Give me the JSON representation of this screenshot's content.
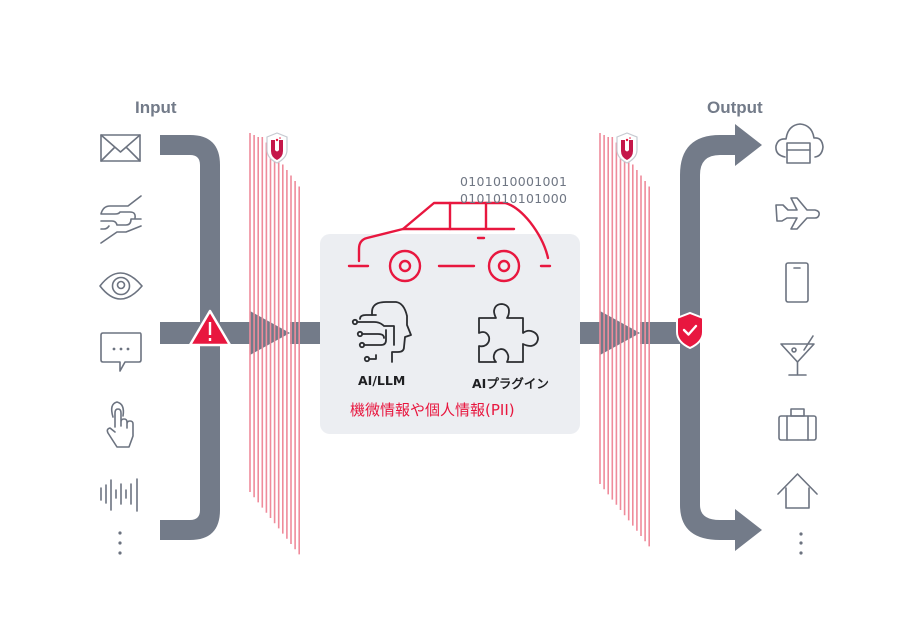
{
  "labels": {
    "input": "Input",
    "output": "Output"
  },
  "center_panel": {
    "binary_line_1": "0101010001001",
    "binary_line_2": "0101010101000",
    "ai_llm_label": "AI/LLM",
    "ai_plugin_label": "AIプラグイン",
    "pii_label": "機微情報や個人情報(PII)"
  },
  "input_icons": [
    "email-icon",
    "handshake-icon",
    "eye-icon",
    "chat-bubble-icon",
    "touch-icon",
    "sound-wave-icon",
    "more-dots-icon"
  ],
  "output_icons": [
    "cloud-app-icon",
    "airplane-icon",
    "smartphone-icon",
    "cocktail-icon",
    "suitcase-icon",
    "home-icon",
    "more-dots-icon"
  ],
  "colors": {
    "pipe": "#737b89",
    "accent_red": "#e8173f",
    "firewall_line": "#ef8b9b",
    "icon_stroke": "#6c7380",
    "panel_bg": "#eceef2"
  }
}
